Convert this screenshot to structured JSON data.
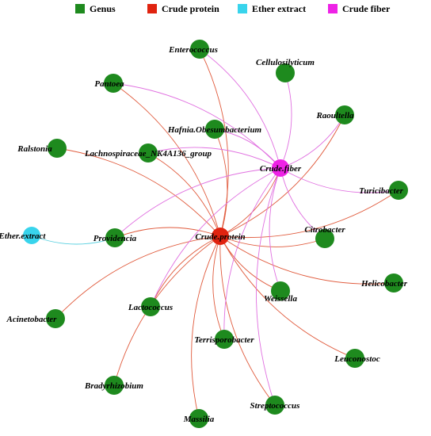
{
  "colors": {
    "genus": "#1e8a1e",
    "crude_protein": "#e0230f",
    "ether_extract": "#38d4ec",
    "crude_fiber": "#ee22e6",
    "edge_protein": "#e05a3c",
    "edge_fiber": "#e070e0",
    "edge_ether": "#5ad0e0"
  },
  "legend": [
    {
      "key": "genus",
      "label": "Genus"
    },
    {
      "key": "crude_protein",
      "label": "Crude protein"
    },
    {
      "key": "ether_extract",
      "label": "Ether extract"
    },
    {
      "key": "crude_fiber",
      "label": "Crude fiber"
    }
  ],
  "nodes": [
    {
      "id": "crude_protein",
      "label": "Crude.protein",
      "type": "crude_protein"
    },
    {
      "id": "crude_fiber",
      "label": "Crude.fiber",
      "type": "crude_fiber"
    },
    {
      "id": "ether_extract",
      "label": "Ether.extract",
      "type": "ether_extract"
    },
    {
      "id": "enterococcus",
      "label": "Enterococcus",
      "type": "genus"
    },
    {
      "id": "cellulosilyticum",
      "label": "Cellulosilyticum",
      "type": "genus"
    },
    {
      "id": "pantoea",
      "label": "Pantoea",
      "type": "genus"
    },
    {
      "id": "raoultella",
      "label": "Raoultella",
      "type": "genus"
    },
    {
      "id": "hafnia",
      "label": "Hafnia.Obesumbacterium",
      "type": "genus"
    },
    {
      "id": "ralstonia",
      "label": "Ralstonia",
      "type": "genus"
    },
    {
      "id": "lachnospiraceae",
      "label": "Lachnospiraceae_NK4A136_group",
      "type": "genus"
    },
    {
      "id": "turicibacter",
      "label": "Turicibacter",
      "type": "genus"
    },
    {
      "id": "providencia",
      "label": "Providencia",
      "type": "genus"
    },
    {
      "id": "citrobacter",
      "label": "Citrobacter",
      "type": "genus"
    },
    {
      "id": "helicobacter",
      "label": "Helicobacter",
      "type": "genus"
    },
    {
      "id": "lactococcus",
      "label": "Lactococcus",
      "type": "genus"
    },
    {
      "id": "weissella",
      "label": "Weissella",
      "type": "genus"
    },
    {
      "id": "acinetobacter",
      "label": "Acinetobacter",
      "type": "genus"
    },
    {
      "id": "terrisporobacter",
      "label": "Terrisporobacter",
      "type": "genus"
    },
    {
      "id": "leuconostoc",
      "label": "Leuconostoc",
      "type": "genus"
    },
    {
      "id": "bradyrhizobium",
      "label": "Bradyrhizobium",
      "type": "genus"
    },
    {
      "id": "streptococcus",
      "label": "Streptococcus",
      "type": "genus"
    },
    {
      "id": "massilia",
      "label": "Massilia",
      "type": "genus"
    }
  ],
  "edges": [
    {
      "source": "crude_protein",
      "target": "enterococcus"
    },
    {
      "source": "crude_protein",
      "target": "pantoea"
    },
    {
      "source": "crude_protein",
      "target": "hafnia"
    },
    {
      "source": "crude_protein",
      "target": "ralstonia"
    },
    {
      "source": "crude_protein",
      "target": "lachnospiraceae"
    },
    {
      "source": "crude_protein",
      "target": "raoultella"
    },
    {
      "source": "crude_protein",
      "target": "turicibacter"
    },
    {
      "source": "crude_protein",
      "target": "citrobacter"
    },
    {
      "source": "crude_protein",
      "target": "helicobacter"
    },
    {
      "source": "crude_protein",
      "target": "lactococcus"
    },
    {
      "source": "crude_protein",
      "target": "weissella"
    },
    {
      "source": "crude_protein",
      "target": "acinetobacter"
    },
    {
      "source": "crude_protein",
      "target": "terrisporobacter"
    },
    {
      "source": "crude_protein",
      "target": "leuconostoc"
    },
    {
      "source": "crude_protein",
      "target": "bradyrhizobium"
    },
    {
      "source": "crude_protein",
      "target": "streptococcus"
    },
    {
      "source": "crude_protein",
      "target": "massilia"
    },
    {
      "source": "crude_protein",
      "target": "providencia"
    },
    {
      "source": "crude_protein",
      "target": "crude_fiber"
    },
    {
      "source": "crude_fiber",
      "target": "enterococcus"
    },
    {
      "source": "crude_fiber",
      "target": "cellulosilyticum"
    },
    {
      "source": "crude_fiber",
      "target": "pantoea"
    },
    {
      "source": "crude_fiber",
      "target": "raoultella"
    },
    {
      "source": "crude_fiber",
      "target": "hafnia"
    },
    {
      "source": "crude_fiber",
      "target": "lachnospiraceae"
    },
    {
      "source": "crude_fiber",
      "target": "turicibacter"
    },
    {
      "source": "crude_fiber",
      "target": "providencia"
    },
    {
      "source": "crude_fiber",
      "target": "citrobacter"
    },
    {
      "source": "crude_fiber",
      "target": "lactococcus"
    },
    {
      "source": "crude_fiber",
      "target": "weissella"
    },
    {
      "source": "crude_fiber",
      "target": "terrisporobacter"
    },
    {
      "source": "crude_fiber",
      "target": "streptococcus"
    },
    {
      "source": "ether_extract",
      "target": "providencia"
    }
  ]
}
